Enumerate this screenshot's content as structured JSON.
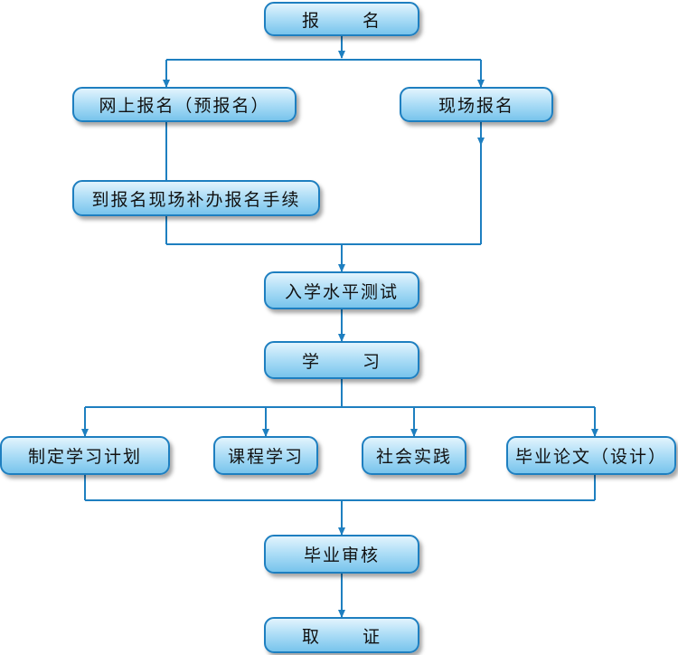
{
  "nodes": {
    "register": [
      "报",
      "名"
    ],
    "online": "网上报名（预报名）",
    "onsite": "现场报名",
    "supplement": "到报名现场补办报名手续",
    "entrance_test": "入学水平测试",
    "study": [
      "学",
      "习"
    ],
    "plan": "制定学习计划",
    "courses": "课程学习",
    "practice": "社会实践",
    "thesis": "毕业论文（设计）",
    "review": "毕业审核",
    "certificate": [
      "取",
      "证"
    ]
  },
  "colors": {
    "line": "#1e7fc0",
    "box_border": "#1e7fc0",
    "box_fill_top": "#e2f4fd",
    "box_fill_bottom": "#78c4ec"
  }
}
